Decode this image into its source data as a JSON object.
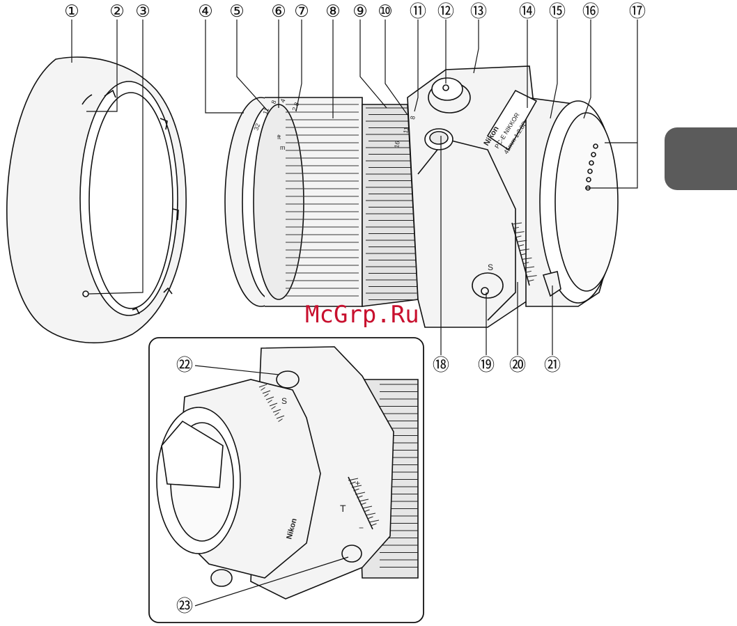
{
  "callouts": [
    {
      "id": "1",
      "label": "①"
    },
    {
      "id": "2",
      "label": "②"
    },
    {
      "id": "3",
      "label": "③"
    },
    {
      "id": "4",
      "label": "④"
    },
    {
      "id": "5",
      "label": "⑤"
    },
    {
      "id": "6",
      "label": "⑥"
    },
    {
      "id": "7",
      "label": "⑦"
    },
    {
      "id": "8",
      "label": "⑧"
    },
    {
      "id": "9",
      "label": "⑨"
    },
    {
      "id": "10",
      "label": "⑩"
    },
    {
      "id": "11",
      "label": "⑪"
    },
    {
      "id": "12",
      "label": "⑫"
    },
    {
      "id": "13",
      "label": "⑬"
    },
    {
      "id": "14",
      "label": "⑭"
    },
    {
      "id": "15",
      "label": "⑮"
    },
    {
      "id": "16",
      "label": "⑯"
    },
    {
      "id": "17",
      "label": "⑰"
    },
    {
      "id": "18",
      "label": "⑱"
    },
    {
      "id": "19",
      "label": "⑲"
    },
    {
      "id": "20",
      "label": "⑳"
    },
    {
      "id": "21",
      "label": "㉑"
    },
    {
      "id": "22",
      "label": "㉒"
    },
    {
      "id": "23",
      "label": "㉓"
    }
  ],
  "lens_markings": {
    "brand": "Nikon",
    "model": "PC-E NIKKOR",
    "focal": "45mm 1:2.8D",
    "aperture_scale": [
      "32",
      "11",
      "8",
      "4",
      "2.8"
    ],
    "distance_scale": [
      "16",
      "11",
      "8"
    ],
    "ft": "ft",
    "m": "m",
    "shift_mark": "S",
    "tilt_mark": "T",
    "plus": "+",
    "minus": "−",
    "inset_brand": "Nikon"
  },
  "watermark": "McGrp.Ru",
  "colors": {
    "line": "#111111",
    "body_fill": "#f4f4f4",
    "side_tab": "#5b5b5b",
    "watermark": "#c8102e"
  }
}
